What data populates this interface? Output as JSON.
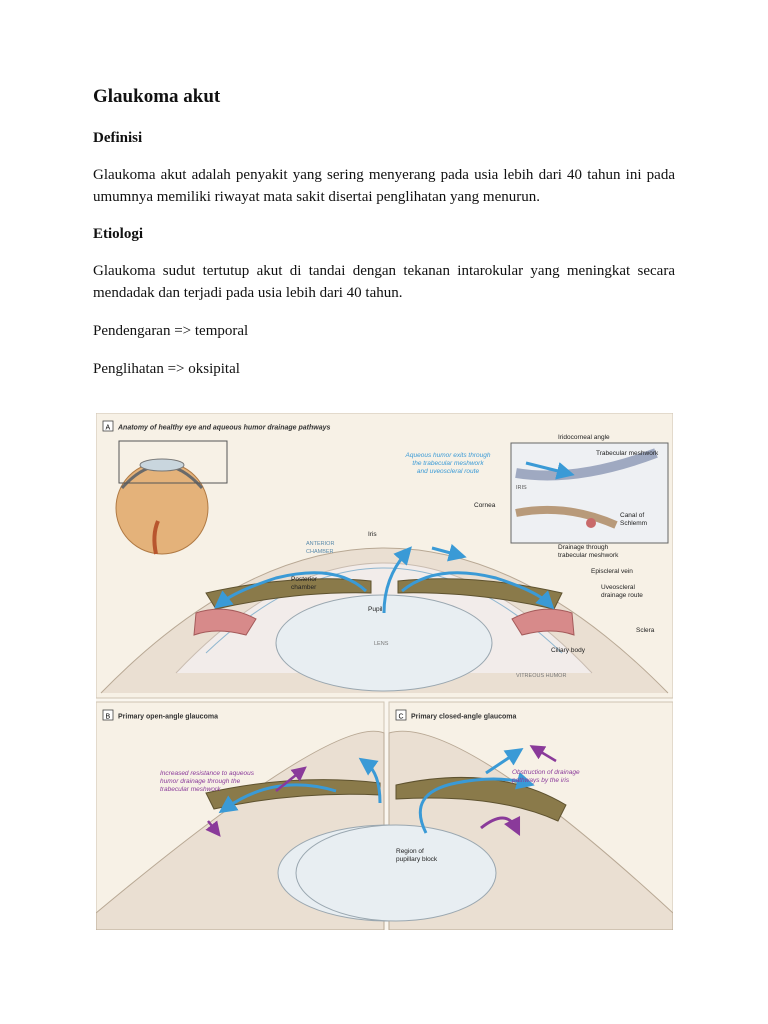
{
  "doc": {
    "title": "Glaukoma akut",
    "sections": [
      {
        "heading": "Definisi",
        "paragraphs": [
          "Glaukoma akut adalah penyakit yang sering menyerang pada usia lebih dari 40 tahun ini pada umumnya memiliki riwayat mata sakit disertai penglihatan yang menurun."
        ]
      },
      {
        "heading": "Etiologi",
        "paragraphs": [
          "Glaukoma sudut tertutup akut di tandai dengan tekanan intarokular yang meningkat secara mendadak dan terjadi pada usia lebih dari 40 tahun.",
          "Pendengaran => temporal",
          "Penglihatan => oksipital"
        ]
      }
    ]
  },
  "figure": {
    "panel_a": {
      "letter": "A",
      "title": "Anatomy of healthy eye and aqueous humor drainage pathways",
      "note_line1": "Aqueous humor exits through",
      "note_line2": "the trabecular meshwork",
      "note_line3": "and uveoscleral route",
      "labels": {
        "iridocorneal": "Iridocorneal angle",
        "trabecular": "Trabecular meshwork",
        "iris_inset": "IRIS",
        "canal1": "Canal of",
        "canal2": "Schlemm",
        "cornea": "Cornea",
        "iris": "Iris",
        "anterior1": "ANTERIOR",
        "anterior2": "CHAMBER",
        "posterior1": "Posterior",
        "posterior2": "chamber",
        "pupil": "Pupil",
        "lens": "LENS",
        "drain1": "Drainage through",
        "drain2": "trabecular meshwork",
        "episcleral": "Episcleral vein",
        "uveo1": "Uveoscleral",
        "uveo2": "drainage route",
        "sclera": "Sclera",
        "ciliary": "Ciliary body",
        "vitreous": "VITREOUS HUMOR"
      }
    },
    "panel_b": {
      "letter": "B",
      "title": "Primary open-angle glaucoma",
      "note_line1": "Increased resistance to aqueous",
      "note_line2": "humor drainage through the",
      "note_line3": "trabecular meshwork"
    },
    "panel_c": {
      "letter": "C",
      "title": "Primary closed-angle glaucoma",
      "note_line1": "Obstruction of drainage",
      "note_line2": "pathways by the iris",
      "block1": "Region of",
      "block2": "pupillary block"
    },
    "colors": {
      "flow": "#3a9ad6",
      "obstruct": "#8a3a9a",
      "sclera": "#e9dccd",
      "iris": "#8a7a4a",
      "lens": "#e8eef2"
    }
  }
}
